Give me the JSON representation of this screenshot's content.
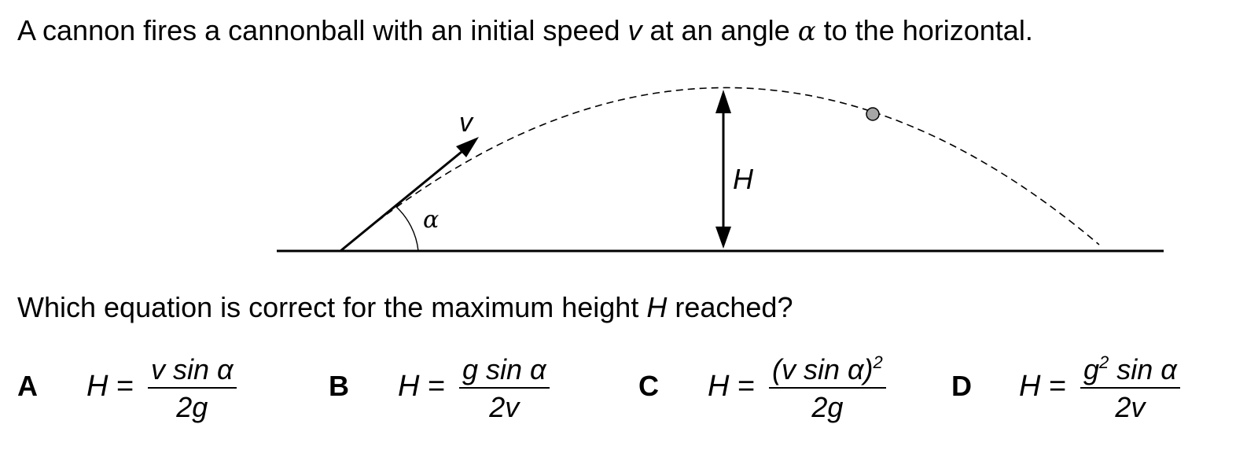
{
  "question": {
    "prefix": "A cannon fires a cannonball with an initial speed ",
    "speed_symbol": "v",
    "middle": " at an angle ",
    "angle_symbol": "α",
    "suffix": " to the horizontal."
  },
  "diagram": {
    "velocity_label": "v",
    "height_label": "H",
    "angle_label": "α"
  },
  "prompt": {
    "prefix": "Which equation is correct for the maximum height ",
    "symbol": "H",
    "suffix": " reached?"
  },
  "options": [
    {
      "letter": "A",
      "lhs_var": "H",
      "eq": " =",
      "numerator": "v sin α",
      "denominator": "2g"
    },
    {
      "letter": "B",
      "lhs_var": "H",
      "eq": " =",
      "numerator": "g sin α",
      "denominator": "2v"
    },
    {
      "letter": "C",
      "lhs_var": "H",
      "eq": " =",
      "numerator": "(v sin α)",
      "numerator_power": "2",
      "denominator": "2g"
    },
    {
      "letter": "D",
      "lhs_var": "H",
      "eq": " =",
      "numerator": "g",
      "numerator_power": "2",
      "numerator_rest": " sin α",
      "denominator": "2v"
    }
  ],
  "colors": {
    "ink": "#000000",
    "ball_fill": "#a6a6a6"
  }
}
